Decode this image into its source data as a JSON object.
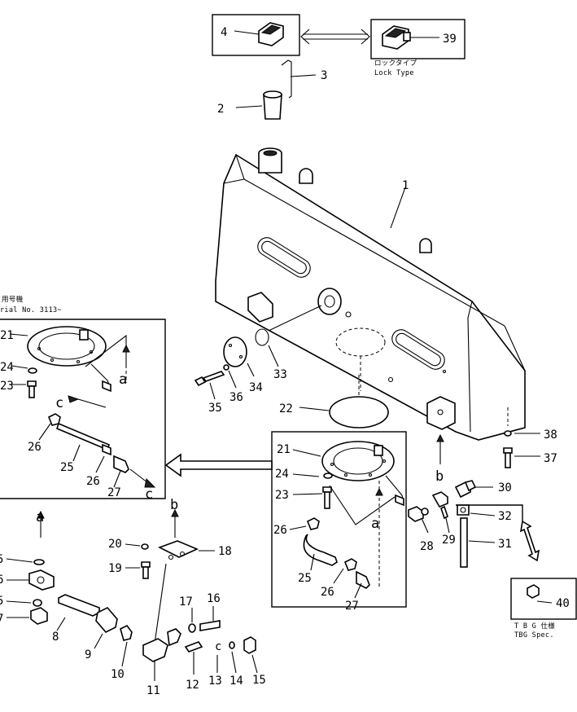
{
  "diagram": {
    "notes": {
      "lock_type_jp": "ロックタイプ",
      "lock_type_en": "Lock  Type",
      "serial_jp": "用号機",
      "serial_en": "rial  No.  3113~",
      "tbg_jp": "T B G 仕様",
      "tbg_en": "TBG  Spec."
    },
    "callouts": [
      {
        "id": "c1",
        "label": "1"
      },
      {
        "id": "c2",
        "label": "2"
      },
      {
        "id": "c3",
        "label": "3"
      },
      {
        "id": "c4",
        "label": "4"
      },
      {
        "id": "c39",
        "label": "39"
      },
      {
        "id": "c33",
        "label": "33"
      },
      {
        "id": "c34",
        "label": "34"
      },
      {
        "id": "c35",
        "label": "35"
      },
      {
        "id": "c36",
        "label": "36"
      },
      {
        "id": "c22",
        "label": "22"
      },
      {
        "id": "c37",
        "label": "37"
      },
      {
        "id": "c38",
        "label": "38"
      },
      {
        "id": "c21r",
        "label": "21"
      },
      {
        "id": "c24r",
        "label": "24"
      },
      {
        "id": "c23r",
        "label": "23"
      },
      {
        "id": "c26r",
        "label": "26"
      },
      {
        "id": "c25r",
        "label": "25"
      },
      {
        "id": "c26r2",
        "label": "26"
      },
      {
        "id": "c27r",
        "label": "27"
      },
      {
        "id": "c21l",
        "label": "21"
      },
      {
        "id": "c24l",
        "label": "24"
      },
      {
        "id": "c23l",
        "label": "23"
      },
      {
        "id": "c26l",
        "label": "26"
      },
      {
        "id": "c25l",
        "label": "25"
      },
      {
        "id": "c26l2",
        "label": "26"
      },
      {
        "id": "c27l",
        "label": "27"
      },
      {
        "id": "c28",
        "label": "28"
      },
      {
        "id": "c29",
        "label": "29"
      },
      {
        "id": "c30",
        "label": "30"
      },
      {
        "id": "c31",
        "label": "31"
      },
      {
        "id": "c32",
        "label": "32"
      },
      {
        "id": "c40",
        "label": "40"
      },
      {
        "id": "c18",
        "label": "18"
      },
      {
        "id": "c19",
        "label": "19"
      },
      {
        "id": "c20",
        "label": "20"
      },
      {
        "id": "c8",
        "label": "8"
      },
      {
        "id": "c9",
        "label": "9"
      },
      {
        "id": "c10",
        "label": "10"
      },
      {
        "id": "c11",
        "label": "11"
      },
      {
        "id": "c12",
        "label": "12"
      },
      {
        "id": "c13",
        "label": "13"
      },
      {
        "id": "c14",
        "label": "14"
      },
      {
        "id": "c15",
        "label": "15"
      },
      {
        "id": "c16",
        "label": "16"
      },
      {
        "id": "c17",
        "label": "17"
      },
      {
        "id": "c5a",
        "label": "5"
      },
      {
        "id": "c5b",
        "label": "6"
      },
      {
        "id": "c5c",
        "label": "5"
      },
      {
        "id": "c7",
        "label": "7"
      }
    ],
    "letters": [
      {
        "id": "a_right",
        "label": "a"
      },
      {
        "id": "a_left",
        "label": "a"
      },
      {
        "id": "a_lower",
        "label": "a"
      },
      {
        "id": "b_tank",
        "label": "b"
      },
      {
        "id": "b_lower",
        "label": "b"
      },
      {
        "id": "c_left1",
        "label": "c"
      },
      {
        "id": "c_left2",
        "label": "c"
      }
    ]
  }
}
